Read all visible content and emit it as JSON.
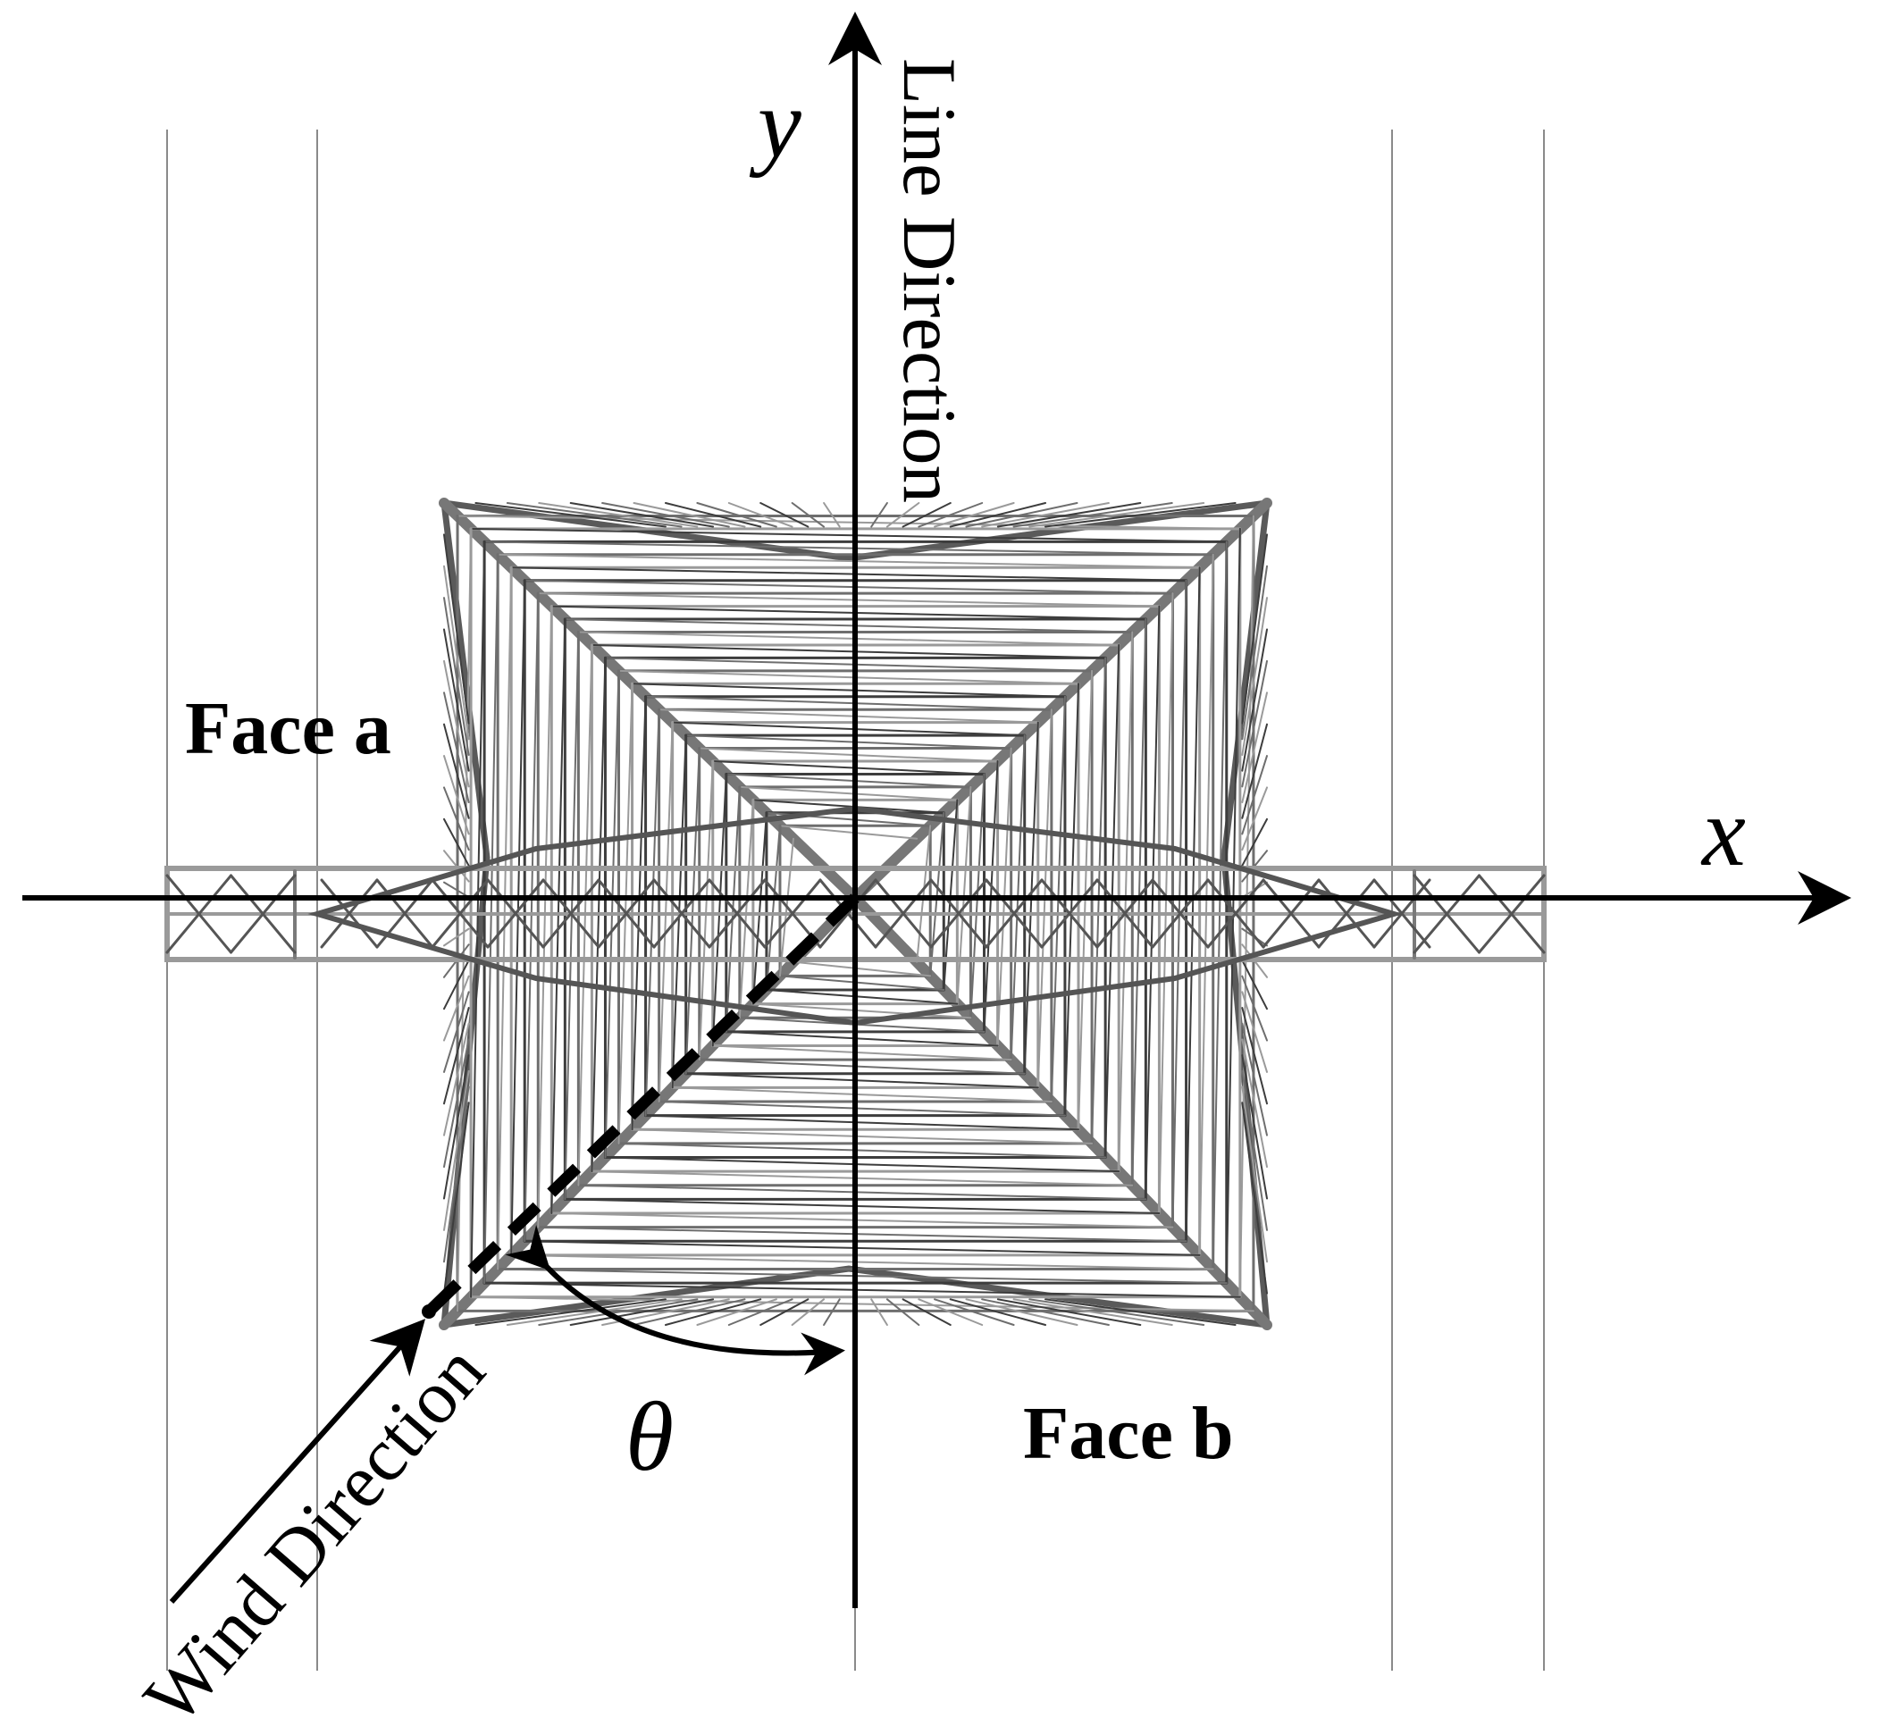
{
  "labels": {
    "y_axis": "y",
    "x_axis": "x",
    "line_direction": "Line Direction",
    "wind_direction": "Wind Direction",
    "theta": "θ",
    "face_a": "Face a",
    "face_b": "Face b"
  },
  "colors": {
    "axis": "#000000",
    "truss_dark": "#3d3d3d",
    "truss_mid": "#6e6e6e",
    "truss_light": "#9a9a9a",
    "guide_lines": "#8a8a8a"
  }
}
